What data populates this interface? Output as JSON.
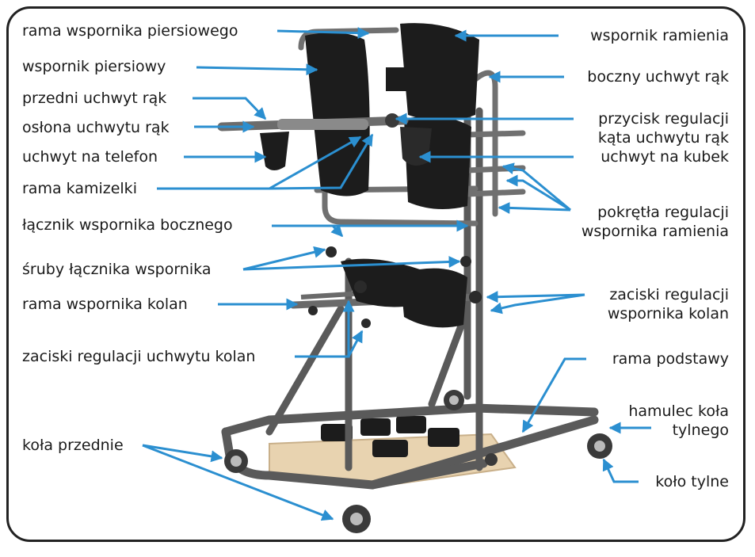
{
  "colors": {
    "arrow": "#2b8fd0",
    "frame": "#555555",
    "pad": "#1c1c1c",
    "board": "#e8d3b0",
    "border": "#222222"
  },
  "labels": {
    "chest_frame": "rama wspornika piersiowego",
    "chest_support": "wspornik piersiowy",
    "front_handle": "przedni uchwyt rąk",
    "handle_cover": "osłona uchwytu rąk",
    "phone_holder": "uchwyt na telefon",
    "vest_frame": "rama kamizelki",
    "side_connector": "łącznik wspornika bocznego",
    "connector_screws": "śruby łącznika wspornika",
    "knee_frame": "rama wspornika kolan",
    "knee_holder_clamps": "zaciski regulacji uchwytu kolan",
    "front_wheels": "koła przednie",
    "shoulder_support": "wspornik ramienia",
    "side_handle": "boczny uchwyt rąk",
    "angle_button_1": "przycisk regulacji",
    "angle_button_2": "kąta uchwytu rąk",
    "cup_holder": "uchwyt na kubek",
    "shoulder_knobs_1": "pokrętła regulacji",
    "shoulder_knobs_2": "wspornika ramienia",
    "knee_clamps_1": "zaciski regulacji",
    "knee_clamps_2": "wspornika kolan",
    "base_frame": "rama podstawy",
    "rear_brake_1": "hamulec koła",
    "rear_brake_2": "tylnego",
    "rear_wheel": "koło tylne"
  }
}
